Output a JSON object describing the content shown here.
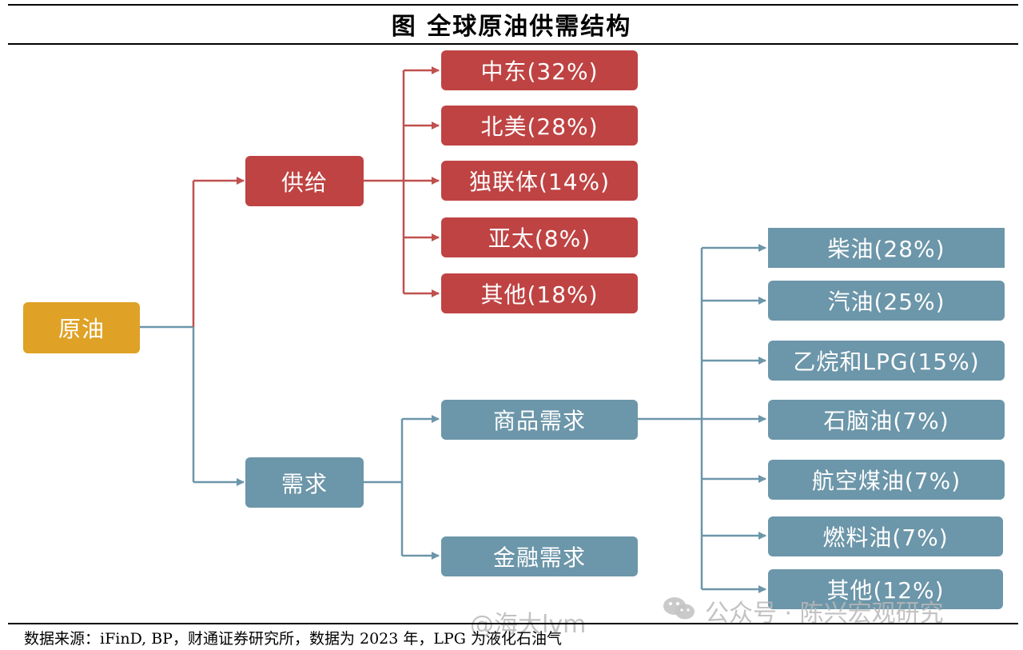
{
  "title": "图  全球原油供需结构",
  "root": {
    "label": "原油"
  },
  "supply": {
    "label": "供给",
    "items": [
      "中东(32%)",
      "北美(28%)",
      "独联体(14%)",
      "亚太(8%)",
      "其他(18%)"
    ]
  },
  "demand": {
    "label": "需求",
    "commodity": "商品需求",
    "financial": "金融需求",
    "products": [
      "柴油(28%)",
      "汽油(25%)",
      "乙烷和LPG(15%)",
      "石脑油(7%)",
      "航空煤油(7%)",
      "燃料油(7%)",
      "其他(12%)"
    ]
  },
  "colors": {
    "supply": "#bf4343",
    "demand": "#6c96a9",
    "root": "#dfa226",
    "supply_line": "#c0504d",
    "demand_line": "#6c96a9"
  },
  "watermark": {
    "left": "@海大lvm",
    "right": "公众号 · 陈兴宏观研究"
  },
  "source": "数据来源：iFinD, BP，财通证券研究所，数据为 2023 年，LPG 为液化石油气"
}
